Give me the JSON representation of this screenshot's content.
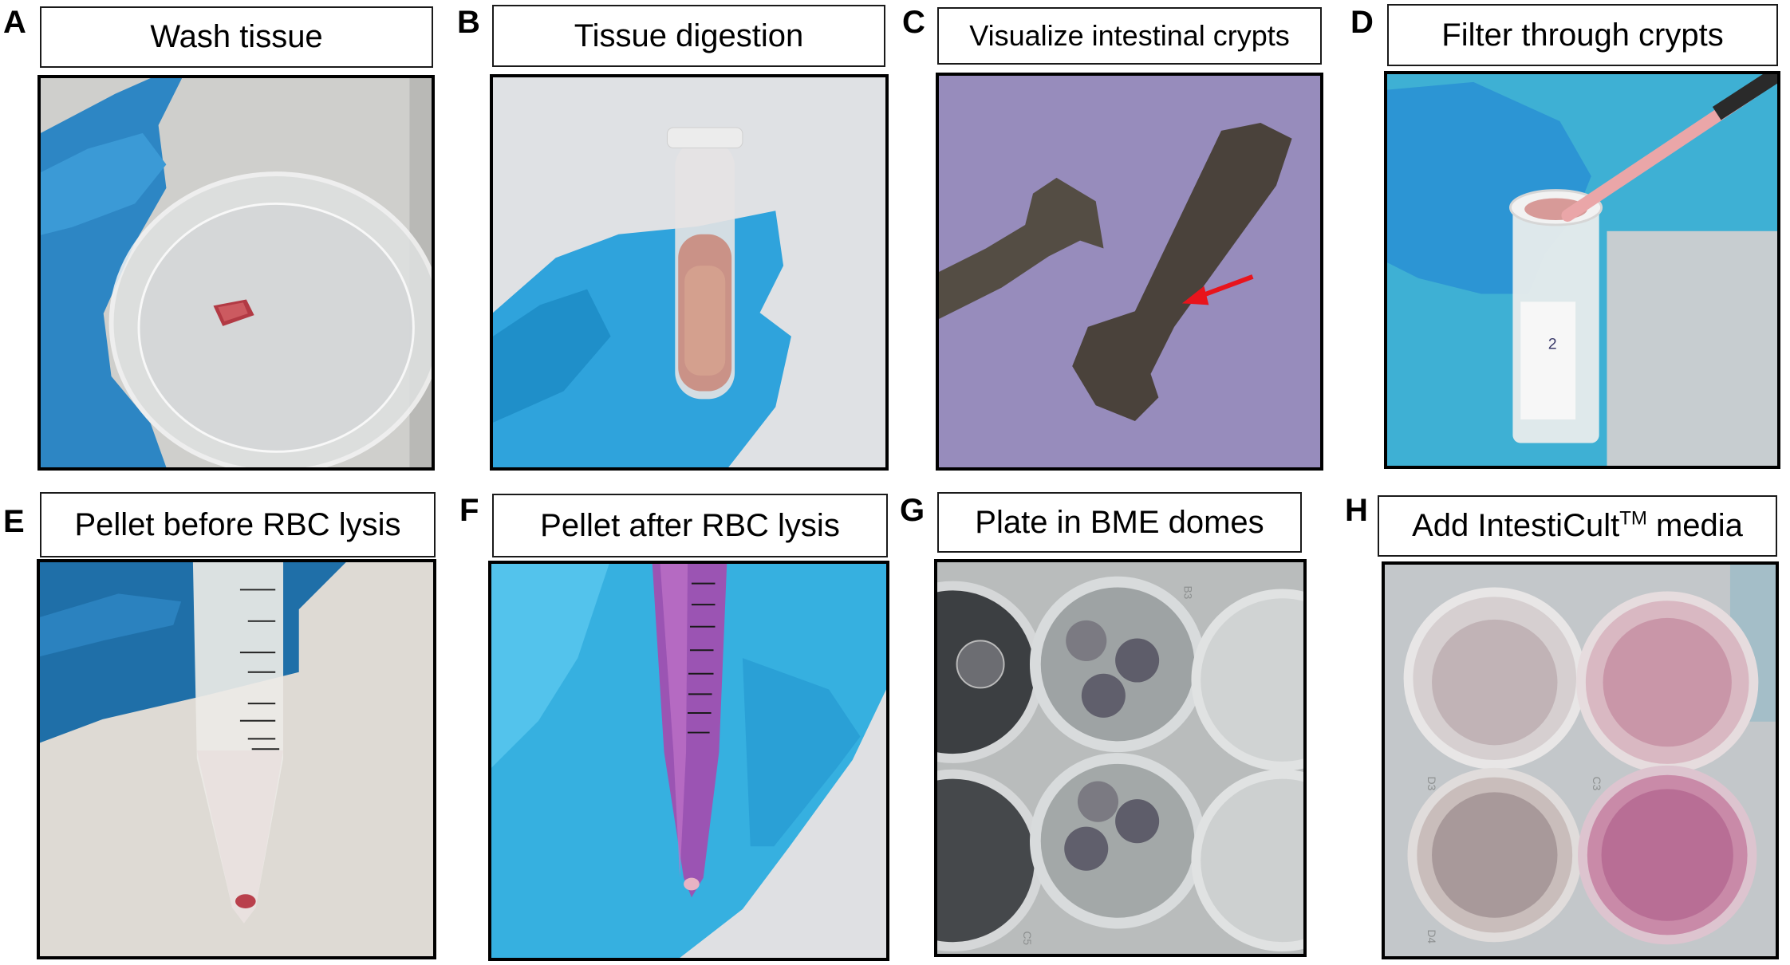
{
  "figure": {
    "panels": [
      {
        "letter": "A",
        "title": "Wash tissue",
        "image": "Gloved hand holding petri dish containing small intestinal tissue piece"
      },
      {
        "letter": "B",
        "title": "Tissue digestion",
        "image": "Gloved hand holding microcentrifuge tube with digested tissue suspension"
      },
      {
        "letter": "C",
        "title": "Visualize intestinal crypts",
        "image": "Brightfield micrograph of isolated intestinal crypts with red arrow"
      },
      {
        "letter": "D",
        "title": "Filter through crypts",
        "image": "Pipetting crypt suspension through cell strainer into 50 mL tube labeled 2"
      },
      {
        "letter": "E",
        "title": "Pellet before RBC lysis",
        "image": "Conical tube with red pellet at tip"
      },
      {
        "letter": "F",
        "title": "Pellet after RBC lysis",
        "image": "Conical tube with purple solution and pale pellet"
      },
      {
        "letter": "G",
        "title": "Plate in BME domes",
        "image": "Multiwell plate wells with three BME domes each"
      },
      {
        "letter": "H",
        "title_main": "Add IntestiCult",
        "title_sup": "TM",
        "title_tail": " media",
        "image": "Multiwell plate wells filled with pink IntestiCult media"
      }
    ],
    "well_labels": {
      "G": [
        "B3",
        "C5"
      ],
      "H": [
        "C3",
        "D3",
        "D4"
      ]
    },
    "tube_label_D": "2",
    "arrow_color": "#e8141c"
  }
}
